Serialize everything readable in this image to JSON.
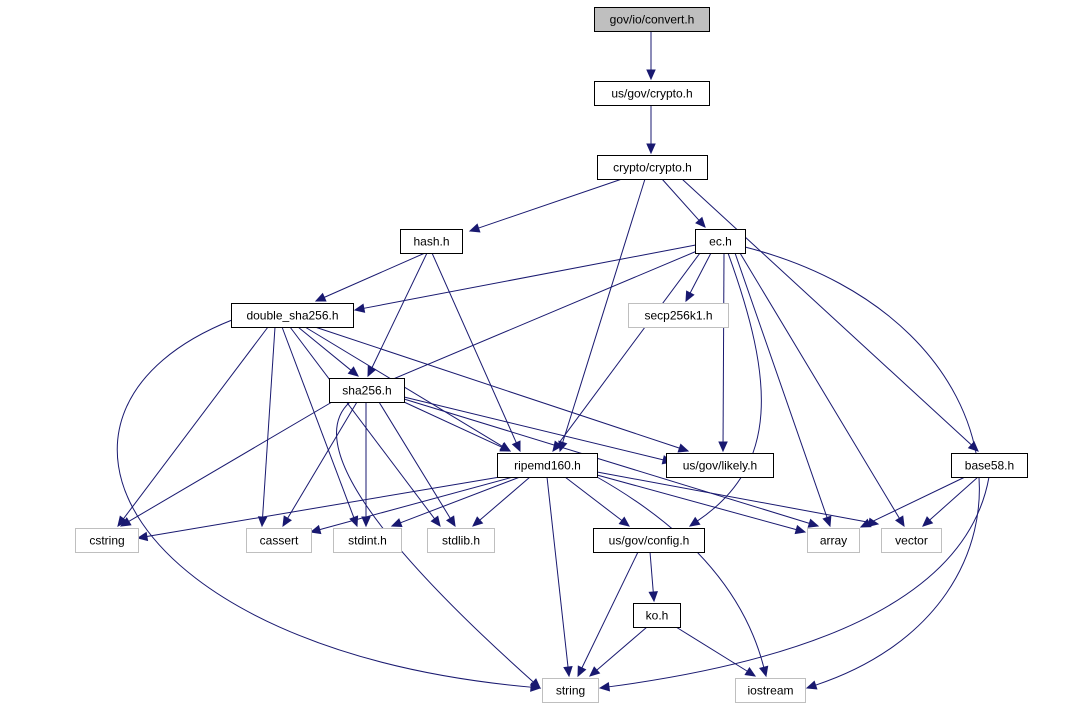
{
  "diagram": {
    "type": "include-dependency-graph",
    "colors": {
      "edge": "#191970",
      "root_fill": "#bfbfbf",
      "node_border": "#000000",
      "external_border": "#bfbfbf",
      "node_fill": "#ffffff"
    },
    "nodes": [
      {
        "id": "convert",
        "label": "gov/io/convert.h",
        "kind": "root"
      },
      {
        "id": "usgovcrypto",
        "label": "us/gov/crypto.h",
        "kind": "file"
      },
      {
        "id": "cryptocrypto",
        "label": "crypto/crypto.h",
        "kind": "file"
      },
      {
        "id": "hash",
        "label": "hash.h",
        "kind": "file"
      },
      {
        "id": "ec",
        "label": "ec.h",
        "kind": "file"
      },
      {
        "id": "double",
        "label": "double_sha256.h",
        "kind": "file"
      },
      {
        "id": "secp",
        "label": "secp256k1.h",
        "kind": "external"
      },
      {
        "id": "sha",
        "label": "sha256.h",
        "kind": "file"
      },
      {
        "id": "ripemd",
        "label": "ripemd160.h",
        "kind": "file"
      },
      {
        "id": "likely",
        "label": "us/gov/likely.h",
        "kind": "file"
      },
      {
        "id": "base58",
        "label": "base58.h",
        "kind": "file"
      },
      {
        "id": "cstring",
        "label": "cstring",
        "kind": "external"
      },
      {
        "id": "cassert",
        "label": "cassert",
        "kind": "external"
      },
      {
        "id": "stdint",
        "label": "stdint.h",
        "kind": "external"
      },
      {
        "id": "stdlib",
        "label": "stdlib.h",
        "kind": "external"
      },
      {
        "id": "config",
        "label": "us/gov/config.h",
        "kind": "file"
      },
      {
        "id": "array",
        "label": "array",
        "kind": "external"
      },
      {
        "id": "vector",
        "label": "vector",
        "kind": "external"
      },
      {
        "id": "ko",
        "label": "ko.h",
        "kind": "file"
      },
      {
        "id": "string",
        "label": "string",
        "kind": "external"
      },
      {
        "id": "iostream",
        "label": "iostream",
        "kind": "external"
      }
    ],
    "edges": [
      [
        "convert",
        "usgovcrypto"
      ],
      [
        "usgovcrypto",
        "cryptocrypto"
      ],
      [
        "cryptocrypto",
        "hash"
      ],
      [
        "cryptocrypto",
        "ec"
      ],
      [
        "cryptocrypto",
        "ripemd"
      ],
      [
        "cryptocrypto",
        "base58"
      ],
      [
        "hash",
        "double"
      ],
      [
        "hash",
        "sha"
      ],
      [
        "hash",
        "ripemd"
      ],
      [
        "ec",
        "double"
      ],
      [
        "ec",
        "secp"
      ],
      [
        "ec",
        "sha"
      ],
      [
        "ec",
        "ripemd"
      ],
      [
        "ec",
        "likely"
      ],
      [
        "ec",
        "config"
      ],
      [
        "ec",
        "array"
      ],
      [
        "ec",
        "vector"
      ],
      [
        "ec",
        "iostream"
      ],
      [
        "double",
        "sha"
      ],
      [
        "double",
        "ripemd"
      ],
      [
        "double",
        "likely"
      ],
      [
        "double",
        "cstring"
      ],
      [
        "double",
        "cassert"
      ],
      [
        "double",
        "stdint"
      ],
      [
        "double",
        "stdlib"
      ],
      [
        "double",
        "string"
      ],
      [
        "sha",
        "ripemd"
      ],
      [
        "sha",
        "likely"
      ],
      [
        "sha",
        "cstring"
      ],
      [
        "sha",
        "cassert"
      ],
      [
        "sha",
        "stdint"
      ],
      [
        "sha",
        "stdlib"
      ],
      [
        "sha",
        "string"
      ],
      [
        "sha",
        "array"
      ],
      [
        "ripemd",
        "cstring"
      ],
      [
        "ripemd",
        "cassert"
      ],
      [
        "ripemd",
        "stdint"
      ],
      [
        "ripemd",
        "stdlib"
      ],
      [
        "ripemd",
        "config"
      ],
      [
        "ripemd",
        "array"
      ],
      [
        "ripemd",
        "vector"
      ],
      [
        "ripemd",
        "string"
      ],
      [
        "ripemd",
        "iostream"
      ],
      [
        "base58",
        "array"
      ],
      [
        "base58",
        "vector"
      ],
      [
        "base58",
        "string"
      ],
      [
        "config",
        "ko"
      ],
      [
        "config",
        "string"
      ],
      [
        "ko",
        "string"
      ],
      [
        "ko",
        "iostream"
      ]
    ]
  }
}
